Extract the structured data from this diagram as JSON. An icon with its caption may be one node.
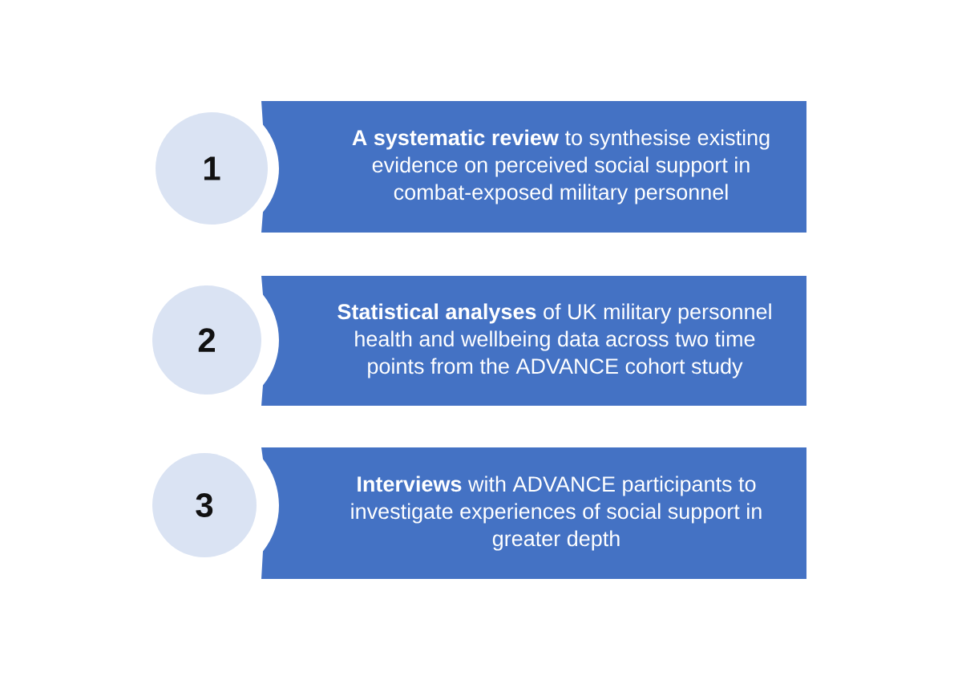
{
  "diagram": {
    "nodes": [
      {
        "text": [
          "1"
        ]
      },
      {
        "text": [
          "**A systematic review** to synthesise existing evidence on perceived social support in combat-exposed military personnel"
        ]
      },
      {
        "text": [
          "2"
        ]
      },
      {
        "text": [
          "**Statistical analyses** of UK military personnel health and wellbeing data across two time points from the ADVANCE cohort study"
        ]
      },
      {
        "text": [
          "3"
        ]
      },
      {
        "text": [
          "**Interviews** with ADVANCE participants to investigate experiences of social support in greater depth"
        ]
      }
    ]
  }
}
